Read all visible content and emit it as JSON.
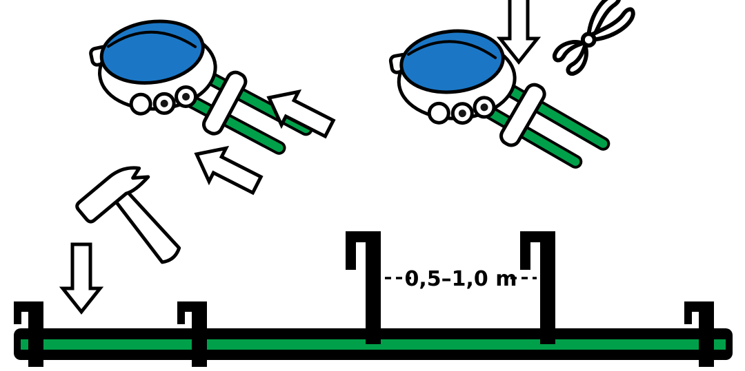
{
  "illustration": {
    "kind": "boundary-wire-installation-diagram"
  },
  "colors": {
    "wire_green": "#00A04A",
    "connector_blue": "#1B77C6",
    "outline_black": "#000000",
    "background": "#FFFFFF"
  },
  "dimension_label": {
    "text": "0,5–1,0 m"
  },
  "icons": [
    {
      "name": "wire-connector-icon",
      "meaning": "splice connector with two green wires inserted"
    },
    {
      "name": "arrow-up-left-icon",
      "meaning": "direction to push wires into connector"
    },
    {
      "name": "arrow-down-icon",
      "meaning": "press down"
    },
    {
      "name": "pliers-icon",
      "meaning": "squeeze connector with pliers"
    },
    {
      "name": "hammer-icon",
      "meaning": "hammer stakes into ground"
    },
    {
      "name": "stake-icon",
      "meaning": "wire fixing peg"
    },
    {
      "name": "boundary-wire-icon",
      "meaning": "boundary wire laid on ground"
    }
  ]
}
